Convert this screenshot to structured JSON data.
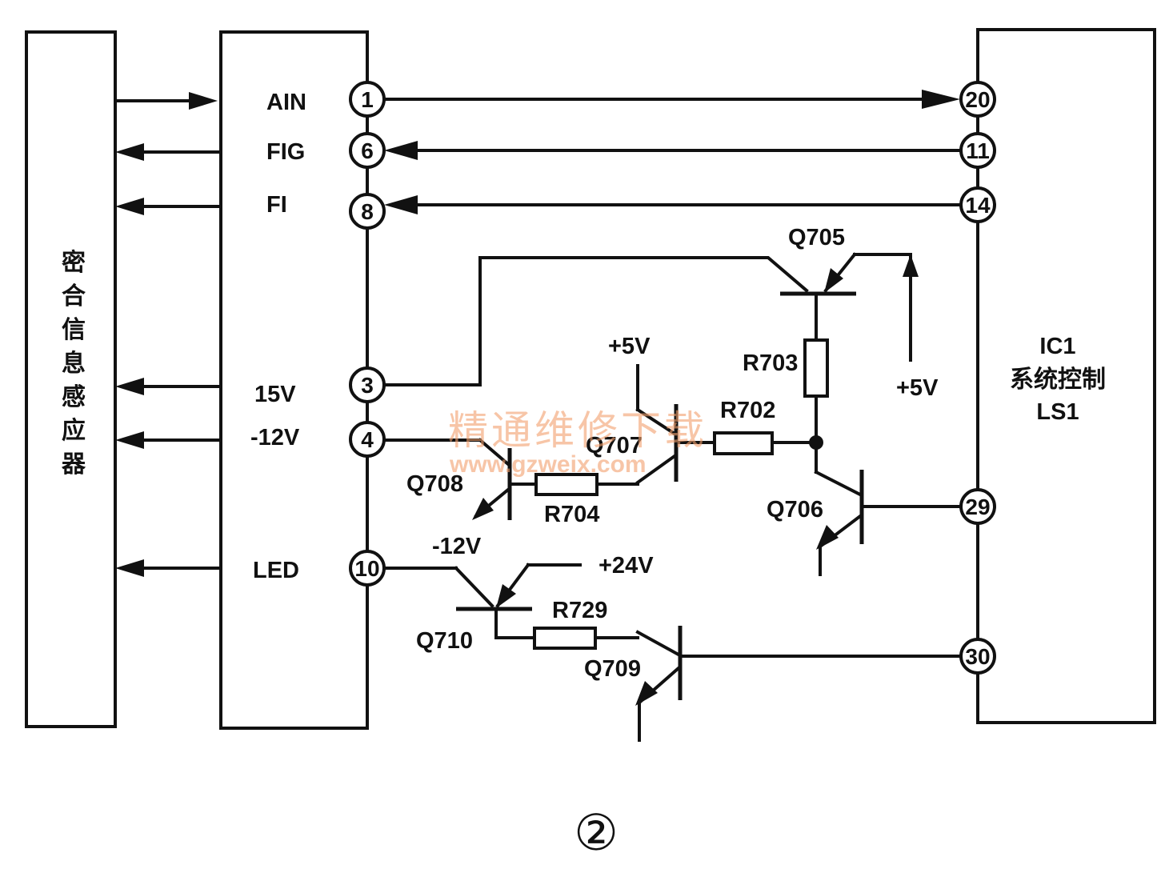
{
  "blocks": {
    "sensor_chars": [
      "密",
      "合",
      "信",
      "息",
      "感",
      "应",
      "器"
    ],
    "ic_line1": "IC1",
    "ic_line2": "系统控制",
    "ic_line3": "LS1"
  },
  "connector": {
    "labels": {
      "ain": "AIN",
      "fig": "FIG",
      "fi": "FI",
      "v15": "15V",
      "vneg12": "-12V",
      "led": "LED"
    },
    "pins": {
      "p1": "1",
      "p6": "6",
      "p8": "8",
      "p3": "3",
      "p4": "4",
      "p10": "10"
    }
  },
  "ic_pins": {
    "p20": "20",
    "p11": "11",
    "p14": "14",
    "p29": "29",
    "p30": "30"
  },
  "components": {
    "q705": "Q705",
    "q706": "Q706",
    "q707": "Q707",
    "q708": "Q708",
    "q709": "Q709",
    "q710": "Q710",
    "r702": "R702",
    "r703": "R703",
    "r704": "R704",
    "r729": "R729"
  },
  "supplies": {
    "v5_q707": "+5V",
    "v5_q705": "+5V",
    "vneg12_q708": "-12V",
    "v24_q710": "+24V"
  },
  "watermark": {
    "line1": "精通维修下载",
    "line2": "www.gzweix.com"
  },
  "figure_number": "②"
}
